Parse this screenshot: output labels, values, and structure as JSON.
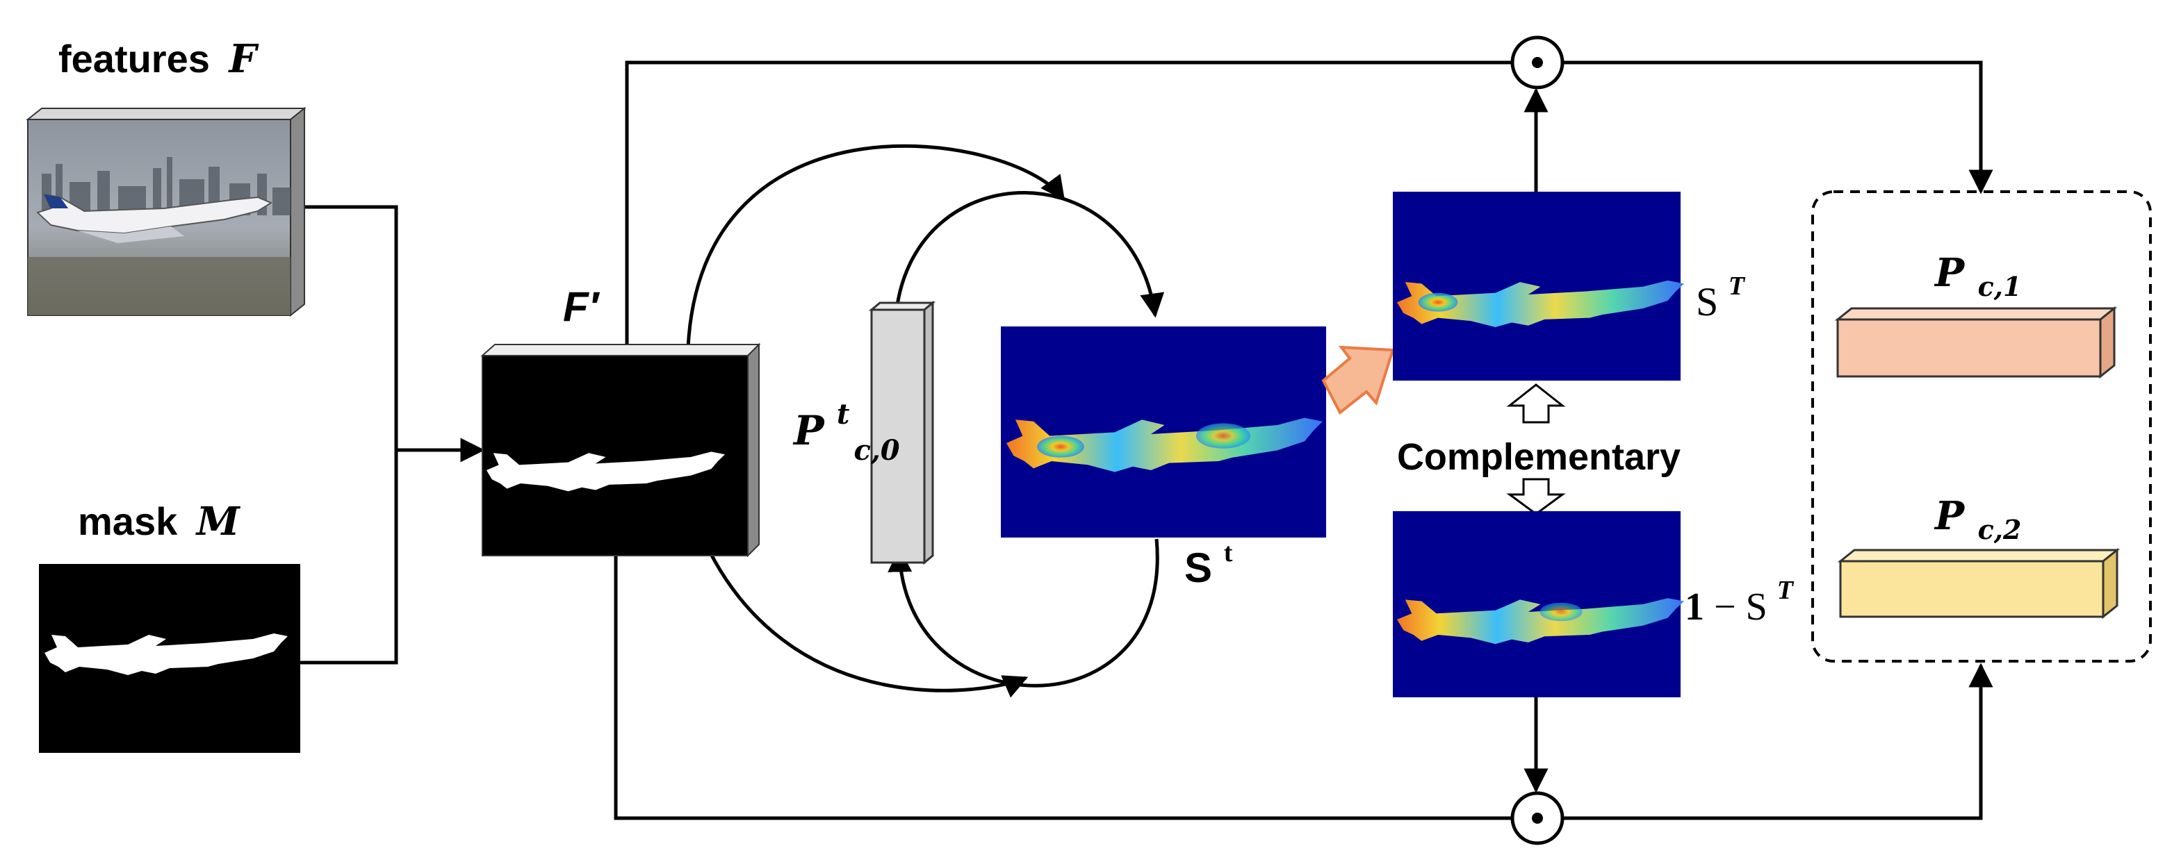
{
  "labels": {
    "features_word": "features",
    "features_sym": "F",
    "mask_word": "mask",
    "mask_sym": "M",
    "fprime": "F′",
    "prototype_main": "P",
    "prototype_sup": "t",
    "prototype_sub": "c,0",
    "st_main": "S",
    "st_sup": "t",
    "sT_main": "S",
    "sT_sup": "T",
    "one_minus_one": "1",
    "one_minus_rest": " − S",
    "one_minus_sup": "T",
    "complementary": "Complementary",
    "p1_main": "P",
    "p1_sub": "c,1",
    "p2_main": "P",
    "p2_sub": "c,2",
    "dot_top": "⊙",
    "dot_bottom": "⊙"
  },
  "colors": {
    "line": "#000000",
    "heatmap_bg": "#00008f",
    "arrow_fill": "#f7b894",
    "arrow_stroke": "#e97b45",
    "p1_face": "#f7c6ab",
    "p1_top": "#f9d8c4",
    "p1_side": "#e6a786",
    "p2_face": "#fbe59c",
    "p2_top": "#fdefbd",
    "p2_side": "#e2c46a",
    "prototype_face": "#d9d9d9",
    "prototype_side": "#bfbfbf",
    "prototype_top": "#ececec"
  }
}
